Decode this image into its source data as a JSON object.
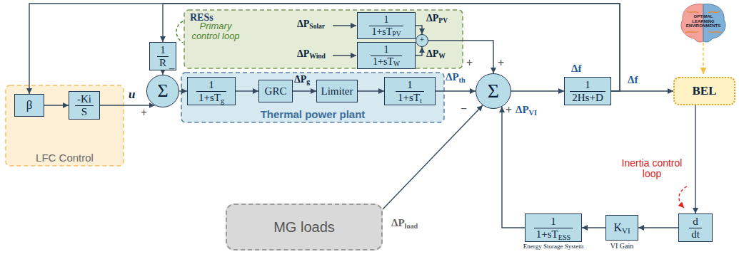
{
  "diagram": {
    "nodes": [
      {
        "text": [
          "RESs"
        ]
      },
      {
        "text": [
          "1 1+sTPV"
        ],
        "in": 0
      },
      {
        "text": [
          "1 1+sTW"
        ],
        "in": 0
      },
      {
        "text": [
          "+"
        ],
        "in": 0
      },
      {
        "text": [
          "1 R"
        ]
      },
      {
        "text": [
          "LFC Control"
        ]
      },
      {
        "text": [
          "β"
        ],
        "in": 5
      },
      {
        "text": [
          "-Ki S"
        ],
        "in": 5
      },
      {
        "text": [
          "Σ"
        ]
      },
      {
        "text": [
          "Thermal power plant"
        ]
      },
      {
        "text": [
          "1 1+sTg"
        ],
        "in": 9
      },
      {
        "text": [
          "GRC"
        ],
        "in": 9
      },
      {
        "text": [
          "Limiter"
        ],
        "in": 9
      },
      {
        "text": [
          "1 1+sTt"
        ],
        "in": 9
      },
      {
        "text": [
          "Σ"
        ]
      },
      {
        "text": [
          "1 2Hs+D"
        ]
      },
      {
        "text": [
          "BEL"
        ]
      },
      {
        "text": [
          "MG loads"
        ]
      },
      {
        "text": [
          "1 1+sTESS",
          "Energy Storage System"
        ]
      },
      {
        "text": [
          "KVI",
          "VI Gain"
        ]
      },
      {
        "text": [
          "d dt"
        ]
      }
    ],
    "edges": [
      {
        "from": 6,
        "to": 7,
        "arrow": "to"
      },
      {
        "from": 7,
        "to": 8,
        "arrow": "to"
      },
      {
        "from": 4,
        "to": 8,
        "arrow": "to"
      },
      {
        "from": 8,
        "to": 10,
        "arrow": "to"
      },
      {
        "from": 10,
        "to": 11,
        "arrow": "to"
      },
      {
        "from": 11,
        "to": 12,
        "arrow": "to"
      },
      {
        "from": 12,
        "to": 13,
        "arrow": "to"
      },
      {
        "from": 13,
        "to": 14,
        "arrow": "to"
      },
      {
        "from": 1,
        "to": 3,
        "arrow": "to"
      },
      {
        "from": 2,
        "to": 3,
        "arrow": "to"
      },
      {
        "from": 3,
        "to": 14,
        "arrow": "to"
      },
      {
        "from": 17,
        "to": 14,
        "arrow": "to"
      },
      {
        "from": 14,
        "to": 15,
        "arrow": "to"
      },
      {
        "from": 15,
        "to": 16,
        "arrow": "to"
      },
      {
        "from": 15,
        "to": 6,
        "arrow": "to"
      },
      {
        "from": 15,
        "to": 4,
        "arrow": "to"
      },
      {
        "from": 16,
        "to": 20,
        "arrow": "to"
      },
      {
        "from": 20,
        "to": 19,
        "arrow": "to"
      },
      {
        "from": 19,
        "to": 18,
        "arrow": "to"
      },
      {
        "from": 18,
        "to": 14,
        "arrow": "to"
      }
    ],
    "labels": [
      "Primary control loop",
      "u",
      "+",
      "−",
      "ΔPg",
      "ΔPth",
      "+",
      "ΔPSolar",
      "ΔPWind",
      "ΔPPV",
      "ΔPW",
      "+",
      "−",
      "ΔPload",
      "+",
      "ΔPVI",
      "Δf",
      "Δf",
      "Inertia control loop",
      "OPTIMAL LEARNING ENVIRONMENTS"
    ]
  }
}
